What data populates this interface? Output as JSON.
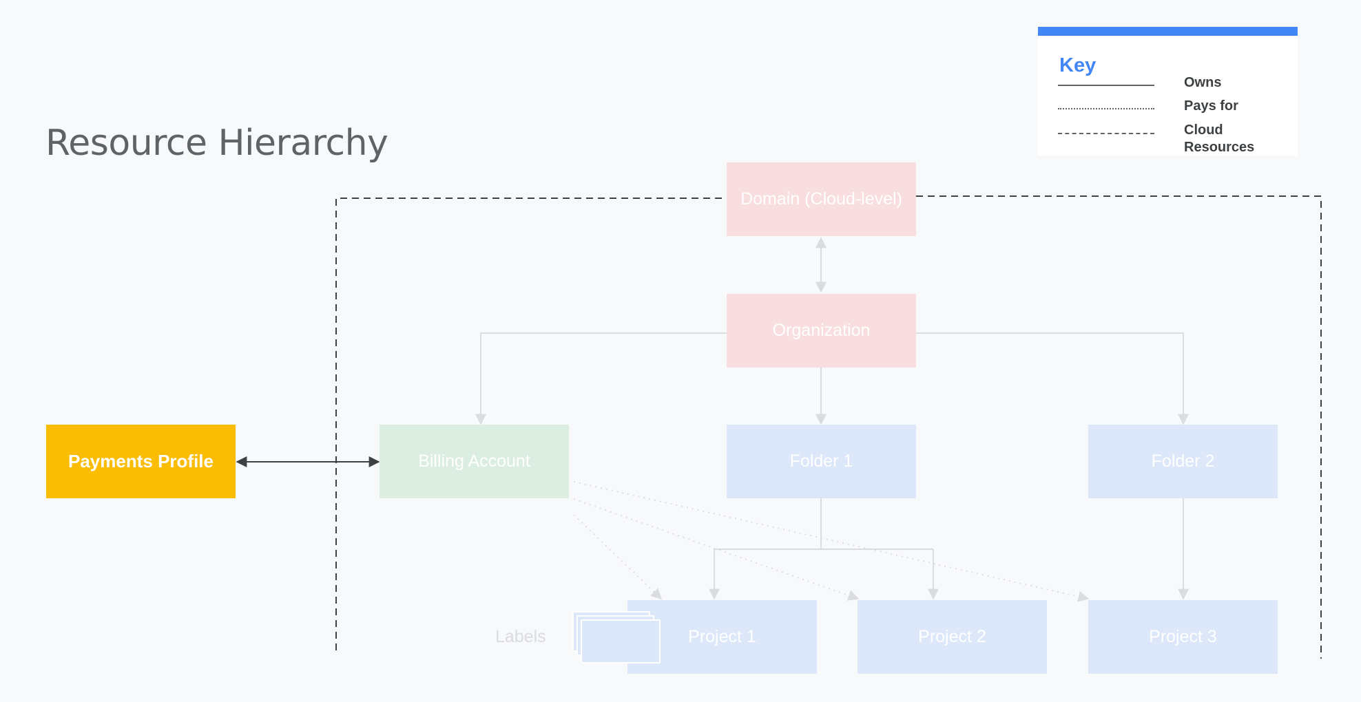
{
  "title": "Resource Hierarchy",
  "key": {
    "title": "Key",
    "owns": "Owns",
    "pays_for": "Pays for",
    "cloud_resources_line1": "Cloud",
    "cloud_resources_line2": "Resources"
  },
  "nodes": {
    "payments_profile": "Payments Profile",
    "domain": "Domain (Cloud-level)",
    "organization": "Organization",
    "billing_account": "Billing Account",
    "folder1": "Folder 1",
    "folder2": "Folder 2",
    "project1": "Project 1",
    "project2": "Project 2",
    "project3": "Project 3"
  },
  "labels_text": "Labels",
  "colors": {
    "accent_blue": "#4285f4",
    "payments_yellow": "#fbbc04",
    "pink_node": "#f8dede",
    "green_node": "#dcede1",
    "blue_node": "#dce7fa",
    "faded_line": "#dadce0",
    "dark_line": "#3c4043",
    "title_gray": "#5f6368"
  }
}
